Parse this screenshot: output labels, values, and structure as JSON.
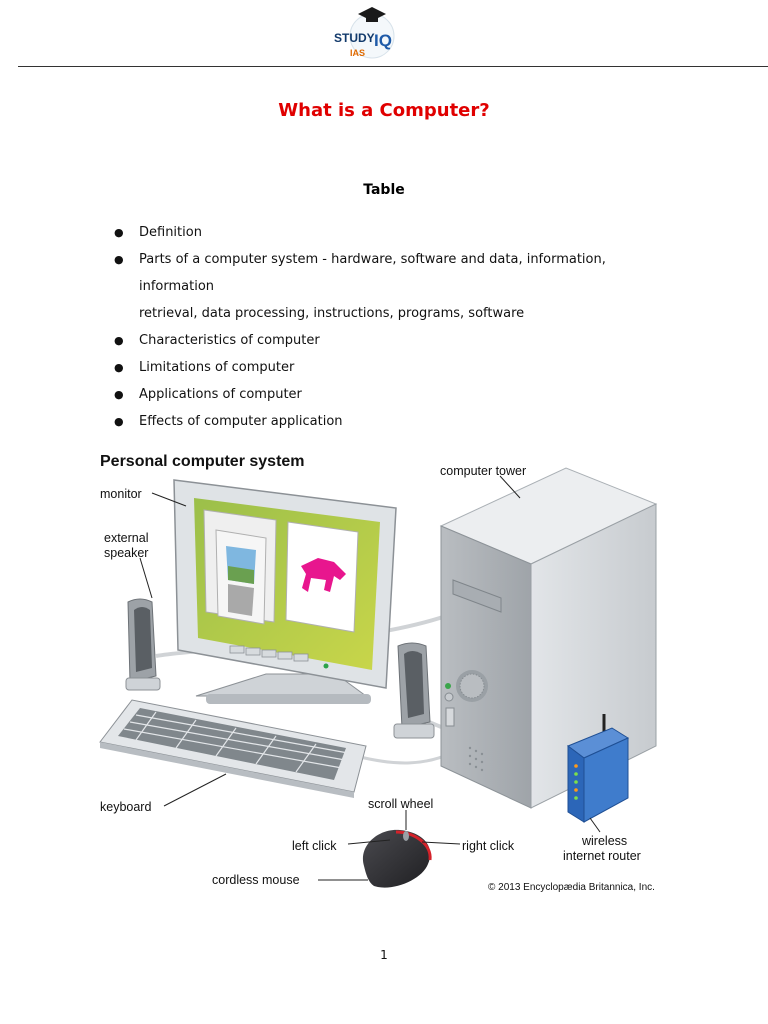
{
  "header": {
    "logo_line1": "STUDY",
    "logo_line2": "IAS",
    "logo_mark": "IQ"
  },
  "title": "What is a Computer?",
  "subheading": "Table",
  "toc_items": [
    "Definition",
    "Parts of a computer system - hardware, software and data, information, information",
    "retrieval, data processing, instructions, programs, software",
    "Characteristics of computer",
    "Limitations of computer",
    "Applications of computer",
    "Effects of computer application"
  ],
  "figure": {
    "title": "Personal computer system",
    "labels": {
      "monitor": "monitor",
      "speaker_line1": "external",
      "speaker_line2": "speaker",
      "tower": "computer tower",
      "keyboard": "keyboard",
      "scroll_wheel": "scroll wheel",
      "left_click": "left click",
      "right_click": "right click",
      "mouse": "cordless mouse",
      "router_line1": "wireless",
      "router_line2": "internet router"
    },
    "copyright": "© 2013 Encyclopædia Britannica, Inc."
  },
  "page_number": "1"
}
